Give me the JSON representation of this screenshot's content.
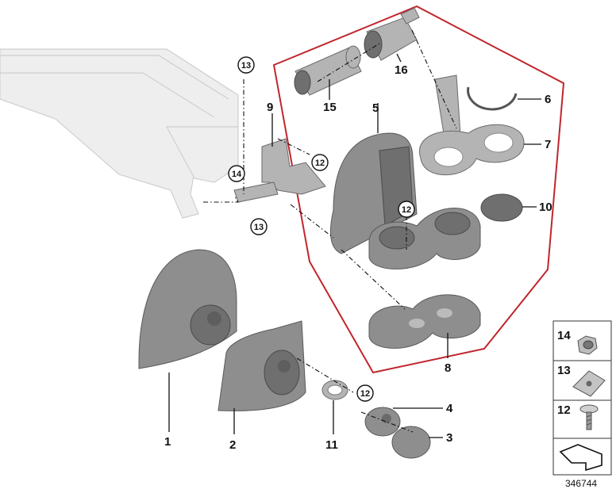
{
  "callouts": {
    "c1": "1",
    "c2": "2",
    "c3": "3",
    "c4": "4",
    "c5": "5",
    "c6": "6",
    "c7": "7",
    "c8": "8",
    "c9": "9",
    "c10": "10",
    "c11": "11",
    "c12a": "12",
    "c12b": "12",
    "c12c": "12",
    "c13a": "13",
    "c13b": "13",
    "c14": "14",
    "c15": "15",
    "c16": "16"
  },
  "legend": {
    "l14": "14",
    "l13": "13",
    "l12": "12"
  },
  "reference_number": "346744",
  "colors": {
    "highlight_frame": "#c0262c",
    "part_gray": "#8e8e8e",
    "frame_ghost": "#eeeeee"
  }
}
